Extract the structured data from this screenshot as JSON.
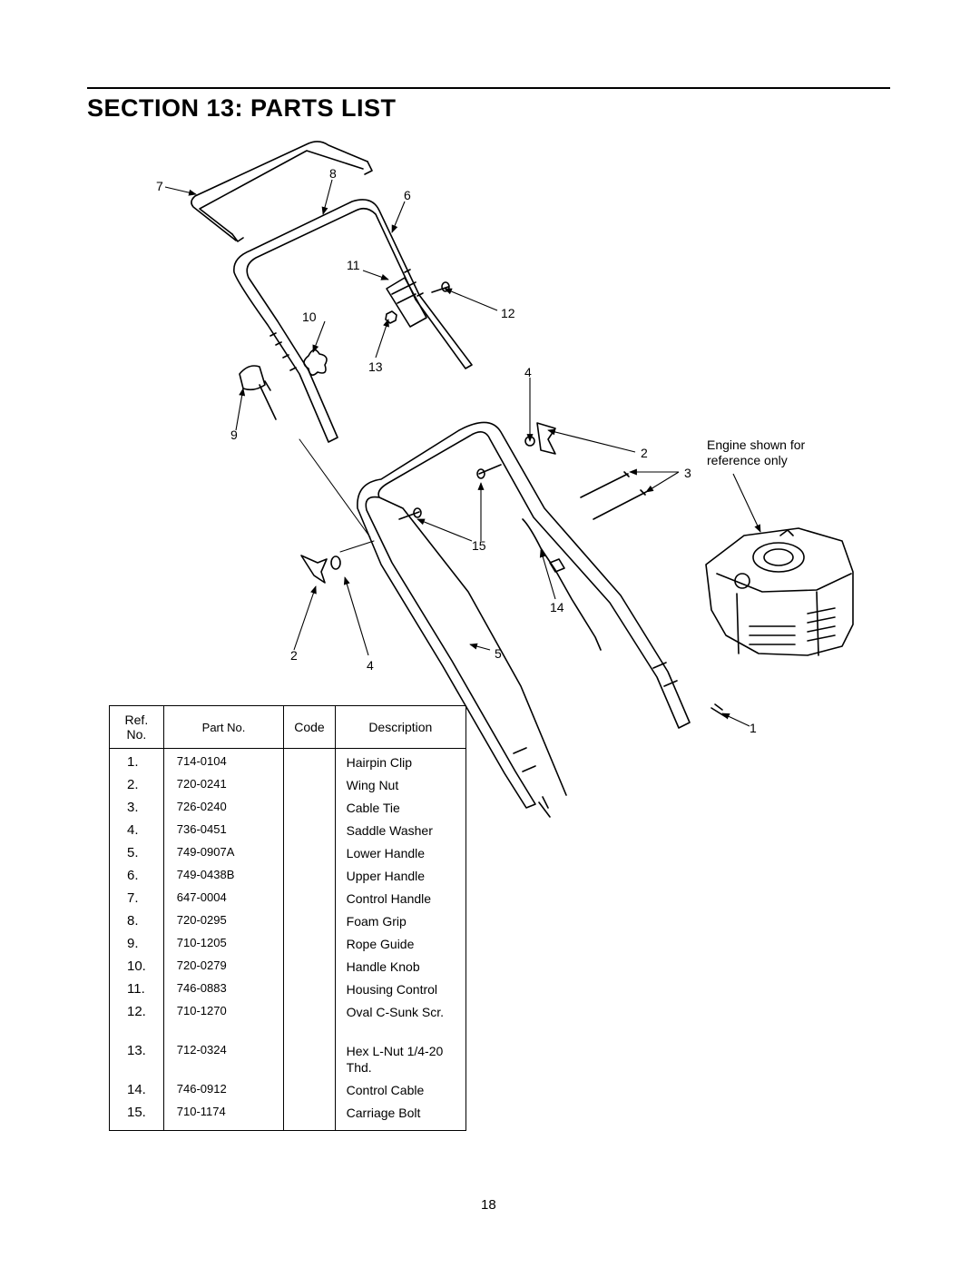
{
  "header": {
    "title": "SECTION 13:  PARTS LIST"
  },
  "diagram": {
    "callouts": [
      "7",
      "8",
      "6",
      "11",
      "10",
      "12",
      "13",
      "4",
      "9",
      "2",
      "3",
      "15",
      "14",
      "2",
      "4",
      "5",
      "1"
    ],
    "engine_note": [
      "Engine shown for",
      "reference only"
    ]
  },
  "parts_table": {
    "headers": {
      "ref_line1": "Ref.",
      "ref_line2": "No.",
      "part_no": "Part No.",
      "code": "Code",
      "description": "Description"
    },
    "rows": [
      {
        "ref": "1.",
        "part_no": "714-0104",
        "code": "",
        "description": "Hairpin Clip"
      },
      {
        "ref": "2.",
        "part_no": "720-0241",
        "code": "",
        "description": "Wing Nut"
      },
      {
        "ref": "3.",
        "part_no": "726-0240",
        "code": "",
        "description": "Cable Tie"
      },
      {
        "ref": "4.",
        "part_no": "736-0451",
        "code": "",
        "description": "Saddle Washer"
      },
      {
        "ref": "5.",
        "part_no": "749-0907A",
        "code": "",
        "description": "Lower Handle"
      },
      {
        "ref": "6.",
        "part_no": "749-0438B",
        "code": "",
        "description": "Upper Handle"
      },
      {
        "ref": "7.",
        "part_no": "647-0004",
        "code": "",
        "description": "Control Handle"
      },
      {
        "ref": "8.",
        "part_no": "720-0295",
        "code": "",
        "description": "Foam Grip"
      },
      {
        "ref": "9.",
        "part_no": "710-1205",
        "code": "",
        "description": "Rope Guide"
      },
      {
        "ref": "10.",
        "part_no": "720-0279",
        "code": "",
        "description": "Handle Knob"
      },
      {
        "ref": "11.",
        "part_no": "746-0883",
        "code": "",
        "description": "Housing Control"
      },
      {
        "ref": "12.",
        "part_no": "710-1270",
        "code": "",
        "description": "Oval C-Sunk Scr."
      },
      {
        "ref": "13.",
        "part_no": "712-0324",
        "code": "",
        "description": "Hex L-Nut 1/4-20 Thd."
      },
      {
        "ref": "14.",
        "part_no": "746-0912",
        "code": "",
        "description": "Control Cable"
      },
      {
        "ref": "15.",
        "part_no": "710-1174",
        "code": "",
        "description": "Carriage Bolt"
      }
    ]
  },
  "footer": {
    "page_number": "18"
  }
}
